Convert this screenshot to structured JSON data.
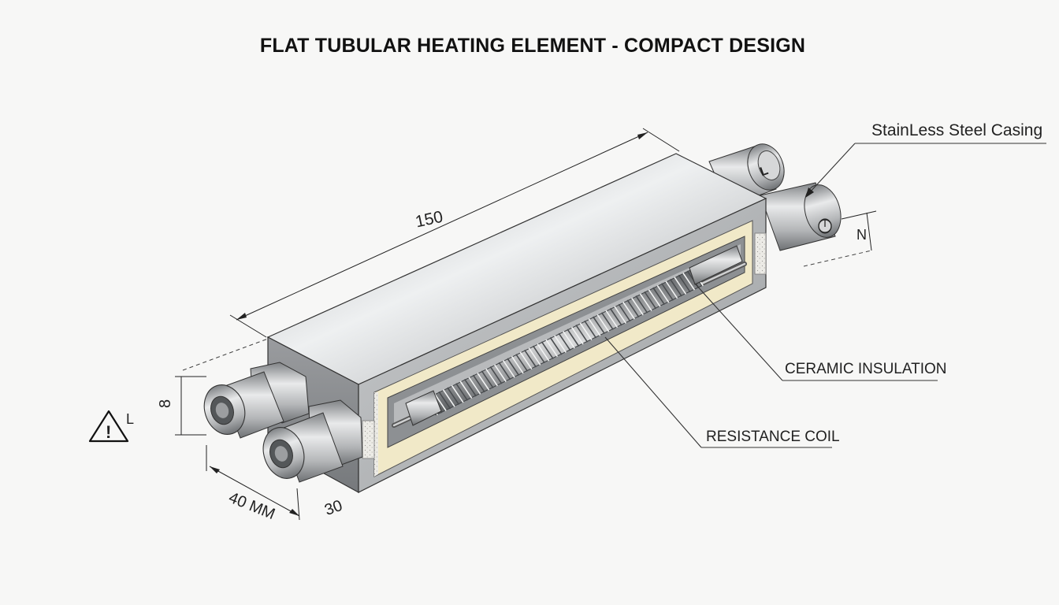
{
  "title": "FLAT TUBULAR HEATING ELEMENT - COMPACT DESIGN",
  "callouts": {
    "casing": "StainLess Steel Casing",
    "insulation": "CERAMIC INSULATION",
    "coil": "RESISTANCE COIL"
  },
  "dimensions": {
    "length": "150",
    "height": "8",
    "width": "40 MM",
    "depth": "30"
  },
  "terminal_marks": {
    "live": "L",
    "neutral": "N"
  },
  "warning": {
    "symbol": "!",
    "mark": "L"
  },
  "colors": {
    "steel_light": "#e4e5e6",
    "steel_mid": "#b9bbbd",
    "steel_dark": "#7d8083",
    "insulation": "#f1e9c8",
    "line": "#222222"
  },
  "icons": [
    "warning-triangle-icon",
    "ground-symbol-icon"
  ]
}
